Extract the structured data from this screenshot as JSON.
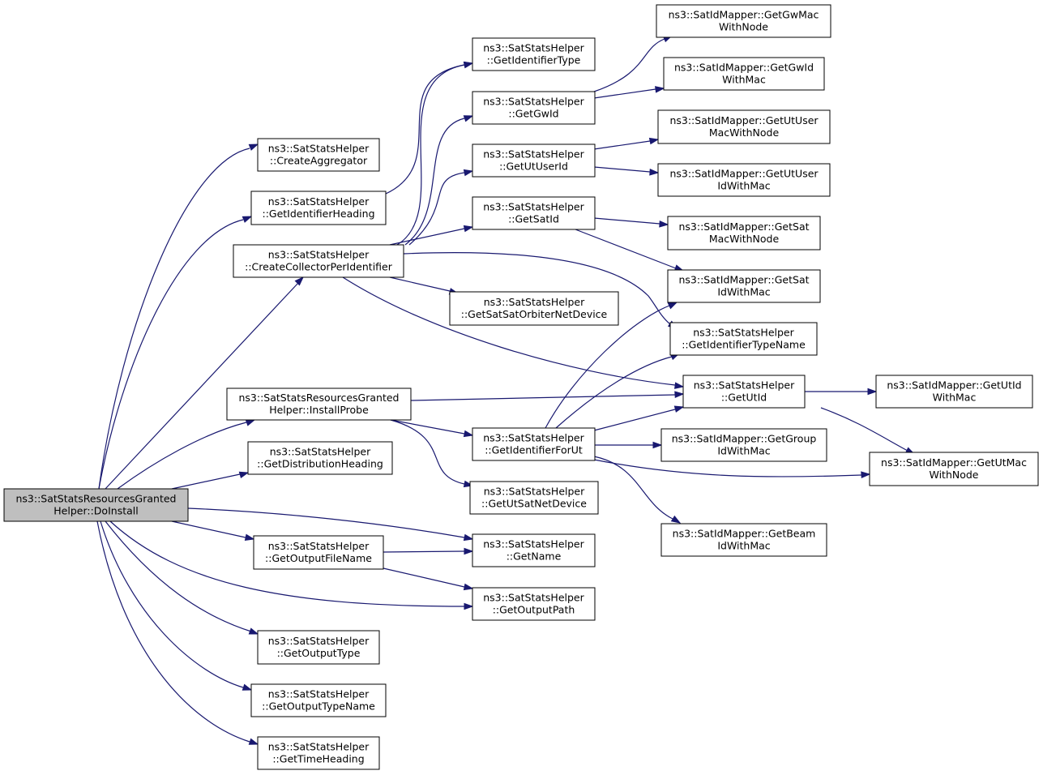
{
  "diagram": {
    "nodes": {
      "root": [
        "ns3::SatStatsResourcesGranted",
        "Helper::DoInstall"
      ],
      "createAggregator": [
        "ns3::SatStatsHelper",
        "::CreateAggregator"
      ],
      "getIdentifierHeading": [
        "ns3::SatStatsHelper",
        "::GetIdentifierHeading"
      ],
      "createCollectorPerIdentifier": [
        "ns3::SatStatsHelper",
        "::CreateCollectorPerIdentifier"
      ],
      "installProbe": [
        "ns3::SatStatsResourcesGranted",
        "Helper::InstallProbe"
      ],
      "getDistributionHeading": [
        "ns3::SatStatsHelper",
        "::GetDistributionHeading"
      ],
      "getOutputFileName": [
        "ns3::SatStatsHelper",
        "::GetOutputFileName"
      ],
      "getOutputType": [
        "ns3::SatStatsHelper",
        "::GetOutputType"
      ],
      "getOutputTypeName": [
        "ns3::SatStatsHelper",
        "::GetOutputTypeName"
      ],
      "getTimeHeading": [
        "ns3::SatStatsHelper",
        "::GetTimeHeading"
      ],
      "getIdentifierType": [
        "ns3::SatStatsHelper",
        "::GetIdentifierType"
      ],
      "getGwId": [
        "ns3::SatStatsHelper",
        "::GetGwId"
      ],
      "getUtUserId": [
        "ns3::SatStatsHelper",
        "::GetUtUserId"
      ],
      "getSatId": [
        "ns3::SatStatsHelper",
        "::GetSatId"
      ],
      "getSatSatOrbiterNetDevice": [
        "ns3::SatStatsHelper",
        "::GetSatSatOrbiterNetDevice"
      ],
      "getIdentifierForUt": [
        "ns3::SatStatsHelper",
        "::GetIdentifierForUt"
      ],
      "getUtSatNetDevice": [
        "ns3::SatStatsHelper",
        "::GetUtSatNetDevice"
      ],
      "getName": [
        "ns3::SatStatsHelper",
        "::GetName"
      ],
      "getOutputPath": [
        "ns3::SatStatsHelper",
        "::GetOutputPath"
      ],
      "getGwMacWithNode": [
        "ns3::SatIdMapper::GetGwMac",
        "WithNode"
      ],
      "getGwIdWithMac": [
        "ns3::SatIdMapper::GetGwId",
        "WithMac"
      ],
      "getUtUserMacWithNode": [
        "ns3::SatIdMapper::GetUtUser",
        "MacWithNode"
      ],
      "getUtUserIdWithMac": [
        "ns3::SatIdMapper::GetUtUser",
        "IdWithMac"
      ],
      "getSatMacWithNode": [
        "ns3::SatIdMapper::GetSat",
        "MacWithNode"
      ],
      "getSatIdWithMac": [
        "ns3::SatIdMapper::GetSat",
        "IdWithMac"
      ],
      "getIdentifierTypeName": [
        "ns3::SatStatsHelper",
        "::GetIdentifierTypeName"
      ],
      "getUtId": [
        "ns3::SatStatsHelper",
        "::GetUtId"
      ],
      "getGroupIdWithMac": [
        "ns3::SatIdMapper::GetGroup",
        "IdWithMac"
      ],
      "getBeamIdWithMac": [
        "ns3::SatIdMapper::GetBeam",
        "IdWithMac"
      ],
      "getUtIdWithMac": [
        "ns3::SatIdMapper::GetUtId",
        "WithMac"
      ],
      "getUtMacWithNode": [
        "ns3::SatIdMapper::GetUtMac",
        "WithNode"
      ]
    },
    "colors": {
      "edge": "#191970",
      "node_border": "#000000",
      "node_fill": "#ffffff",
      "root_fill": "#bfbfbf",
      "text": "#000000"
    }
  }
}
